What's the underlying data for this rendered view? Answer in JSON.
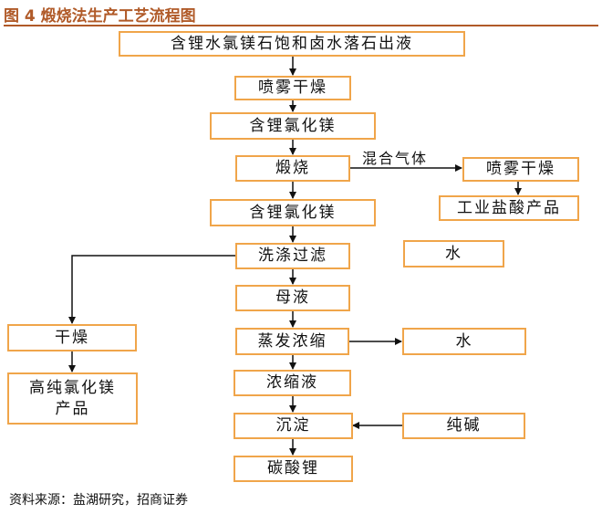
{
  "title": "图 4 煅烧法生产工艺流程图",
  "source": "资料来源：盐湖研究，招商证券",
  "nodes": {
    "n1": "含锂水氯镁石饱和卤水落石出液",
    "n2": "喷雾干燥",
    "n3": "含锂氯化镁",
    "n4": "煅烧",
    "n5": "含锂氯化镁",
    "n6": "洗涤过滤",
    "n7": "母液",
    "n8": "蒸发浓缩",
    "n9": "浓缩液",
    "n10": "沉淀",
    "n11": "碳酸锂",
    "r1": "喷雾干燥",
    "r2": "工业盐酸产品",
    "r3": "水",
    "r4": "水",
    "r5": "纯碱",
    "l1": "干燥",
    "l2": "高纯氯化镁产品"
  },
  "edge_label": "混合气体"
}
